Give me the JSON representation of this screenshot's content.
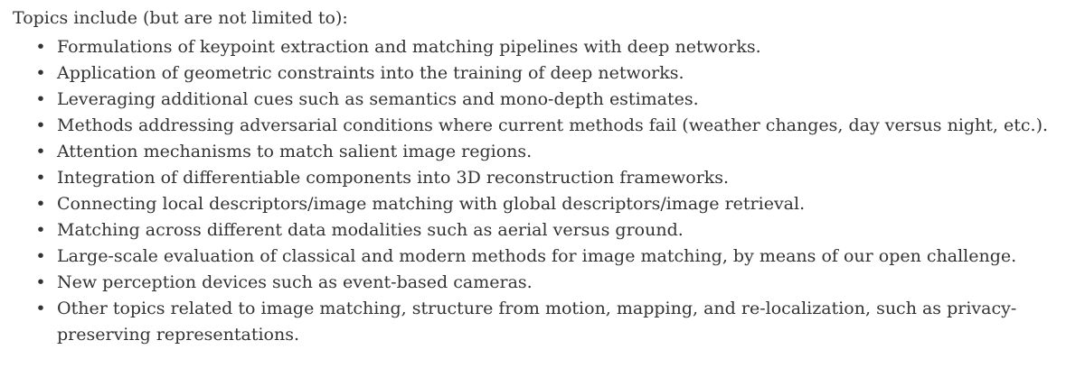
{
  "intro": "Topics include (but are not limited to):",
  "bullet_glyph": "•",
  "topics": [
    "Formulations of keypoint extraction and matching pipelines with deep networks.",
    "Application of geometric constraints into the training of deep networks.",
    "Leveraging additional cues such as semantics and mono-depth estimates.",
    "Methods addressing adversarial conditions where current methods fail (weather changes, day versus night, etc.).",
    "Attention mechanisms to match salient image regions.",
    "Integration of differentiable components into 3D reconstruction frameworks.",
    "Connecting local descriptors/image matching with global descriptors/image retrieval.",
    "Matching across different data modalities such as aerial versus ground.",
    "Large-scale evaluation of classical and modern methods for image matching, by means of our open challenge.",
    "New perception devices such as event-based cameras.",
    "Other topics related to image matching, structure from motion, mapping, and re-localization, such as privacy-preserving representations."
  ]
}
